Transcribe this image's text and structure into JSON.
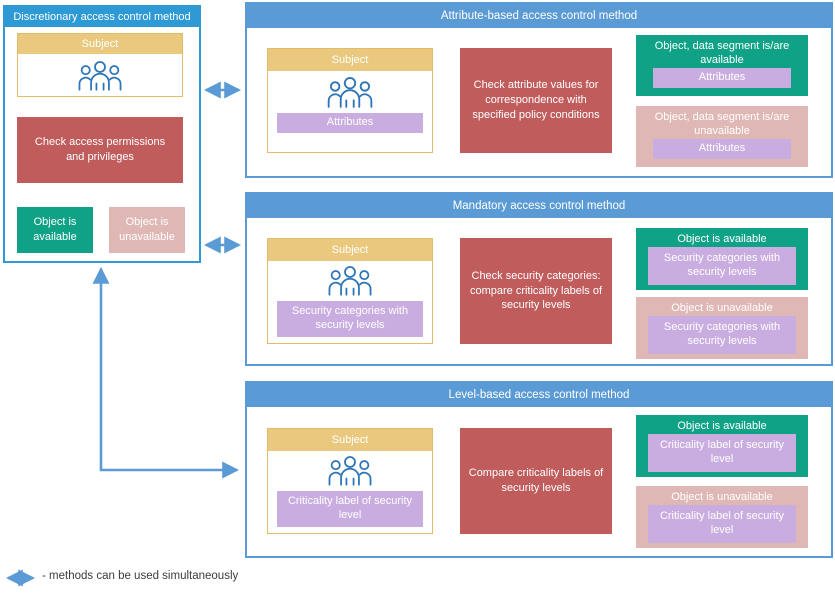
{
  "colors": {
    "left_panel_blue": "#2E9AD5",
    "right_panel_blue": "#5B9BD5",
    "subject_tan": "#EAC87E",
    "check_red": "#C05C5C",
    "available_green": "#10A287",
    "unavailable_pink": "#DFB8B5",
    "tag_purple": "#C9ADE0",
    "flow_arrow_gray": "#7F7F7F",
    "people_icon_blue": "#2E75B6"
  },
  "icons": {
    "subject": "people-icon",
    "legend": "double-arrow-icon"
  },
  "panels": {
    "discretionary": {
      "title": "Discretionary access control method",
      "subject": {
        "label": "Subject"
      },
      "check": "Check access permissions and privileges",
      "available": "Object is available",
      "unavailable": "Object is unavailable"
    },
    "attribute": {
      "title": "Attribute-based access control method",
      "subject": {
        "label": "Subject",
        "tag": "Attributes"
      },
      "check": "Check attribute values for correspondence with specified policy conditions",
      "available": {
        "title": "Object, data segment is/are available",
        "tag": "Attributes"
      },
      "unavailable": {
        "title": "Object, data segment is/are unavailable",
        "tag": "Attributes"
      }
    },
    "mandatory": {
      "title": "Mandatory access control method",
      "subject": {
        "label": "Subject",
        "tag": "Security categories with security levels"
      },
      "check": "Check security categories: compare criticality labels of security levels",
      "available": {
        "title": "Object is available",
        "tag": "Security categories with security levels"
      },
      "unavailable": {
        "title": "Object is unavailable",
        "tag": "Security categories with security levels"
      }
    },
    "level": {
      "title": "Level-based access control method",
      "subject": {
        "label": "Subject",
        "tag": "Criticality label of security level"
      },
      "check": "Compare criticality labels of security levels",
      "available": {
        "title": "Object is available",
        "tag": "Criticality label of security level"
      },
      "unavailable": {
        "title": "Object is unavailable",
        "tag": "Criticality label of security level"
      }
    }
  },
  "legend": {
    "text": "- methods can be used simultaneously"
  }
}
